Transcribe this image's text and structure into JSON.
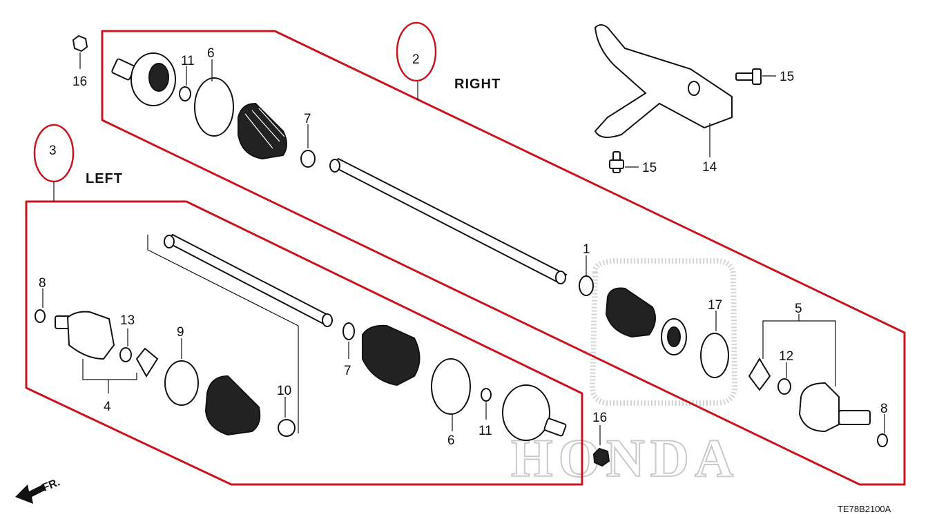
{
  "diagram": {
    "side_labels": {
      "right": "RIGHT",
      "left": "LEFT"
    },
    "assembly_numbers": {
      "right": "2",
      "left": "3"
    },
    "callouts": {
      "c1": "1",
      "c4": "4",
      "c5": "5",
      "c6_top": "6",
      "c6_bottom": "6",
      "c7_top": "7",
      "c7_bottom": "7",
      "c8_left": "8",
      "c8_right": "8",
      "c9": "9",
      "c10": "10",
      "c11_top": "11",
      "c11_bottom": "11",
      "c12": "12",
      "c13": "13",
      "c14": "14",
      "c15_top": "15",
      "c15_bottom": "15",
      "c16_top": "16",
      "c16_bottom": "16",
      "c17": "17"
    },
    "front_indicator": "FR.",
    "drawing_code": "TE78B2100A",
    "watermark": {
      "brand": "HONDA",
      "logo": "honda-logo"
    },
    "colors": {
      "highlight": "#c8141e",
      "ink": "#111111",
      "watermark": "#cccccc"
    }
  }
}
